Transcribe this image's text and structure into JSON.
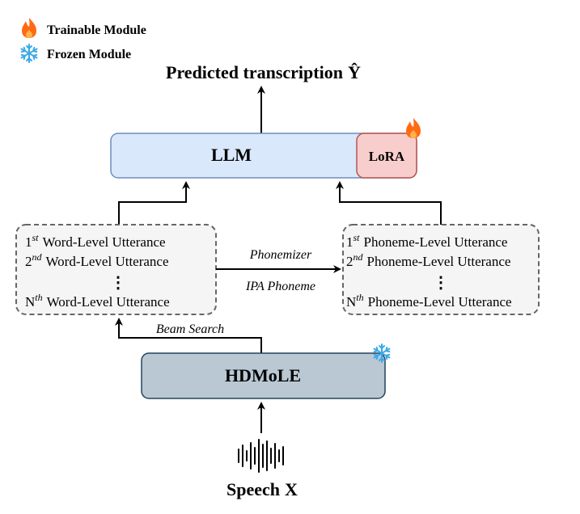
{
  "legend": {
    "trainable": "Trainable Module",
    "frozen": "Frozen Module"
  },
  "output": {
    "label": "Predicted transcription",
    "symbol": "Ŷ"
  },
  "llm": {
    "label": "LLM"
  },
  "lora": {
    "label": "LoRA"
  },
  "word_box": {
    "lines": [
      {
        "num": "1",
        "sup": "st",
        "text": "Word-Level Utterance"
      },
      {
        "num": "2",
        "sup": "nd",
        "text": "Word-Level Utterance"
      },
      {
        "num": "N",
        "sup": "th",
        "text": "Word-Level Utterance"
      }
    ],
    "ellipsis": "⋮"
  },
  "phoneme_box": {
    "lines": [
      {
        "num": "1",
        "sup": "st",
        "text": "Phoneme-Level Utterance"
      },
      {
        "num": "2",
        "sup": "nd",
        "text": "Phoneme-Level Utterance"
      },
      {
        "num": "N",
        "sup": "th",
        "text": "Phoneme-Level Utterance"
      }
    ],
    "ellipsis": "⋮"
  },
  "edges": {
    "phonemizer": "Phonemizer",
    "ipa": "IPA Phoneme",
    "beam_search": "Beam Search"
  },
  "hdmole": {
    "label": "HDMoLE"
  },
  "input": {
    "label": "Speech",
    "symbol": "X"
  },
  "colors": {
    "llm_fill": "#dae8fc",
    "llm_stroke": "#6c8ebf",
    "lora_fill": "#f8cecc",
    "lora_stroke": "#b85450",
    "hdmole_fill": "#bac8d3",
    "hdmole_stroke": "#23445d",
    "dashed_fill": "#f5f5f5",
    "dashed_stroke": "#666666",
    "flame": "#ff6a13",
    "snowflake": "#3aa8e8"
  }
}
